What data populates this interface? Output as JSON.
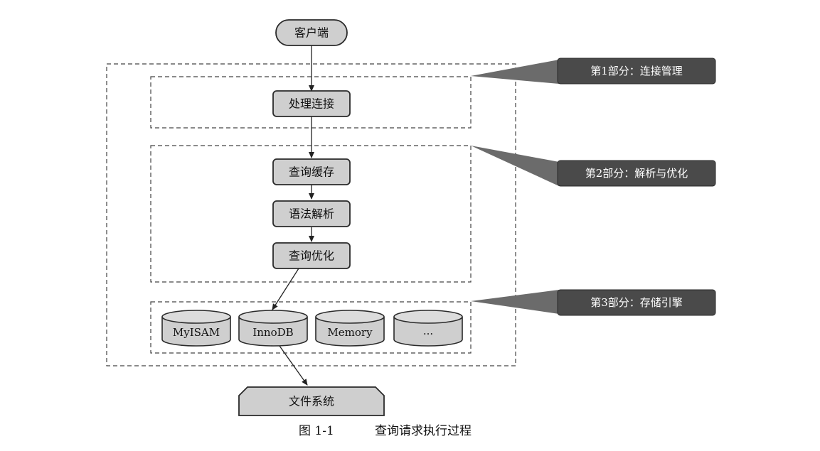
{
  "nodes": {
    "client": "客户端",
    "handle_connection": "处理连接",
    "query_cache": "查询缓存",
    "syntax_parse": "语法解析",
    "query_optimize": "查询优化",
    "file_system": "文件系统"
  },
  "engines": [
    "MyISAM",
    "InnoDB",
    "Memory",
    "..."
  ],
  "callouts": {
    "part1": "第1部分：连接管理",
    "part2": "第2部分：解析与优化",
    "part3": "第3部分：存储引擎"
  },
  "caption": {
    "number": "图 1-1",
    "title": "查询请求执行过程"
  },
  "colors": {
    "node_fill": "#cfcfcf",
    "node_stroke": "#2a2a2a",
    "callout_fill": "#4a4a4a",
    "dash_stroke": "#444444"
  }
}
